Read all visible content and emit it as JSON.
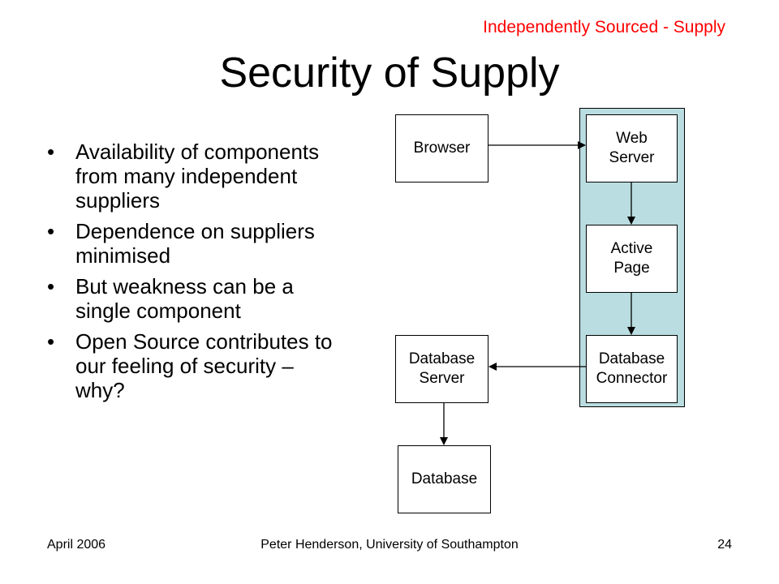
{
  "header": {
    "corner_label": "Independently Sourced - Supply",
    "title": "Security of Supply"
  },
  "bullets": [
    "Availability of components from many independent suppliers",
    "Dependence on suppliers minimised",
    "But weakness can be a single component",
    "Open Source contributes to our feeling of security – why?"
  ],
  "diagram": {
    "browser": "Browser",
    "web_server": "Web\nServer",
    "active_page": "Active\nPage",
    "database_connector": "Database\nConnector",
    "database_server": "Database\nServer",
    "database": "Database"
  },
  "footer": {
    "date": "April 2006",
    "author": "Peter Henderson, University of Southampton",
    "page": "24"
  }
}
